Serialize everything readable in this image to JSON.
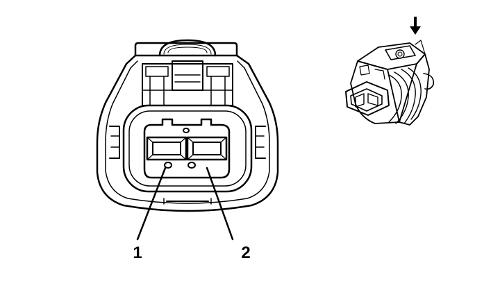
{
  "callouts": [
    {
      "id": "1",
      "label": "1"
    },
    {
      "id": "2",
      "label": "2"
    }
  ],
  "view_arrow": {
    "icon": "down-arrow-icon"
  },
  "colors": {
    "line": "#000000",
    "background": "#ffffff",
    "body_fill": "#ffffff"
  }
}
